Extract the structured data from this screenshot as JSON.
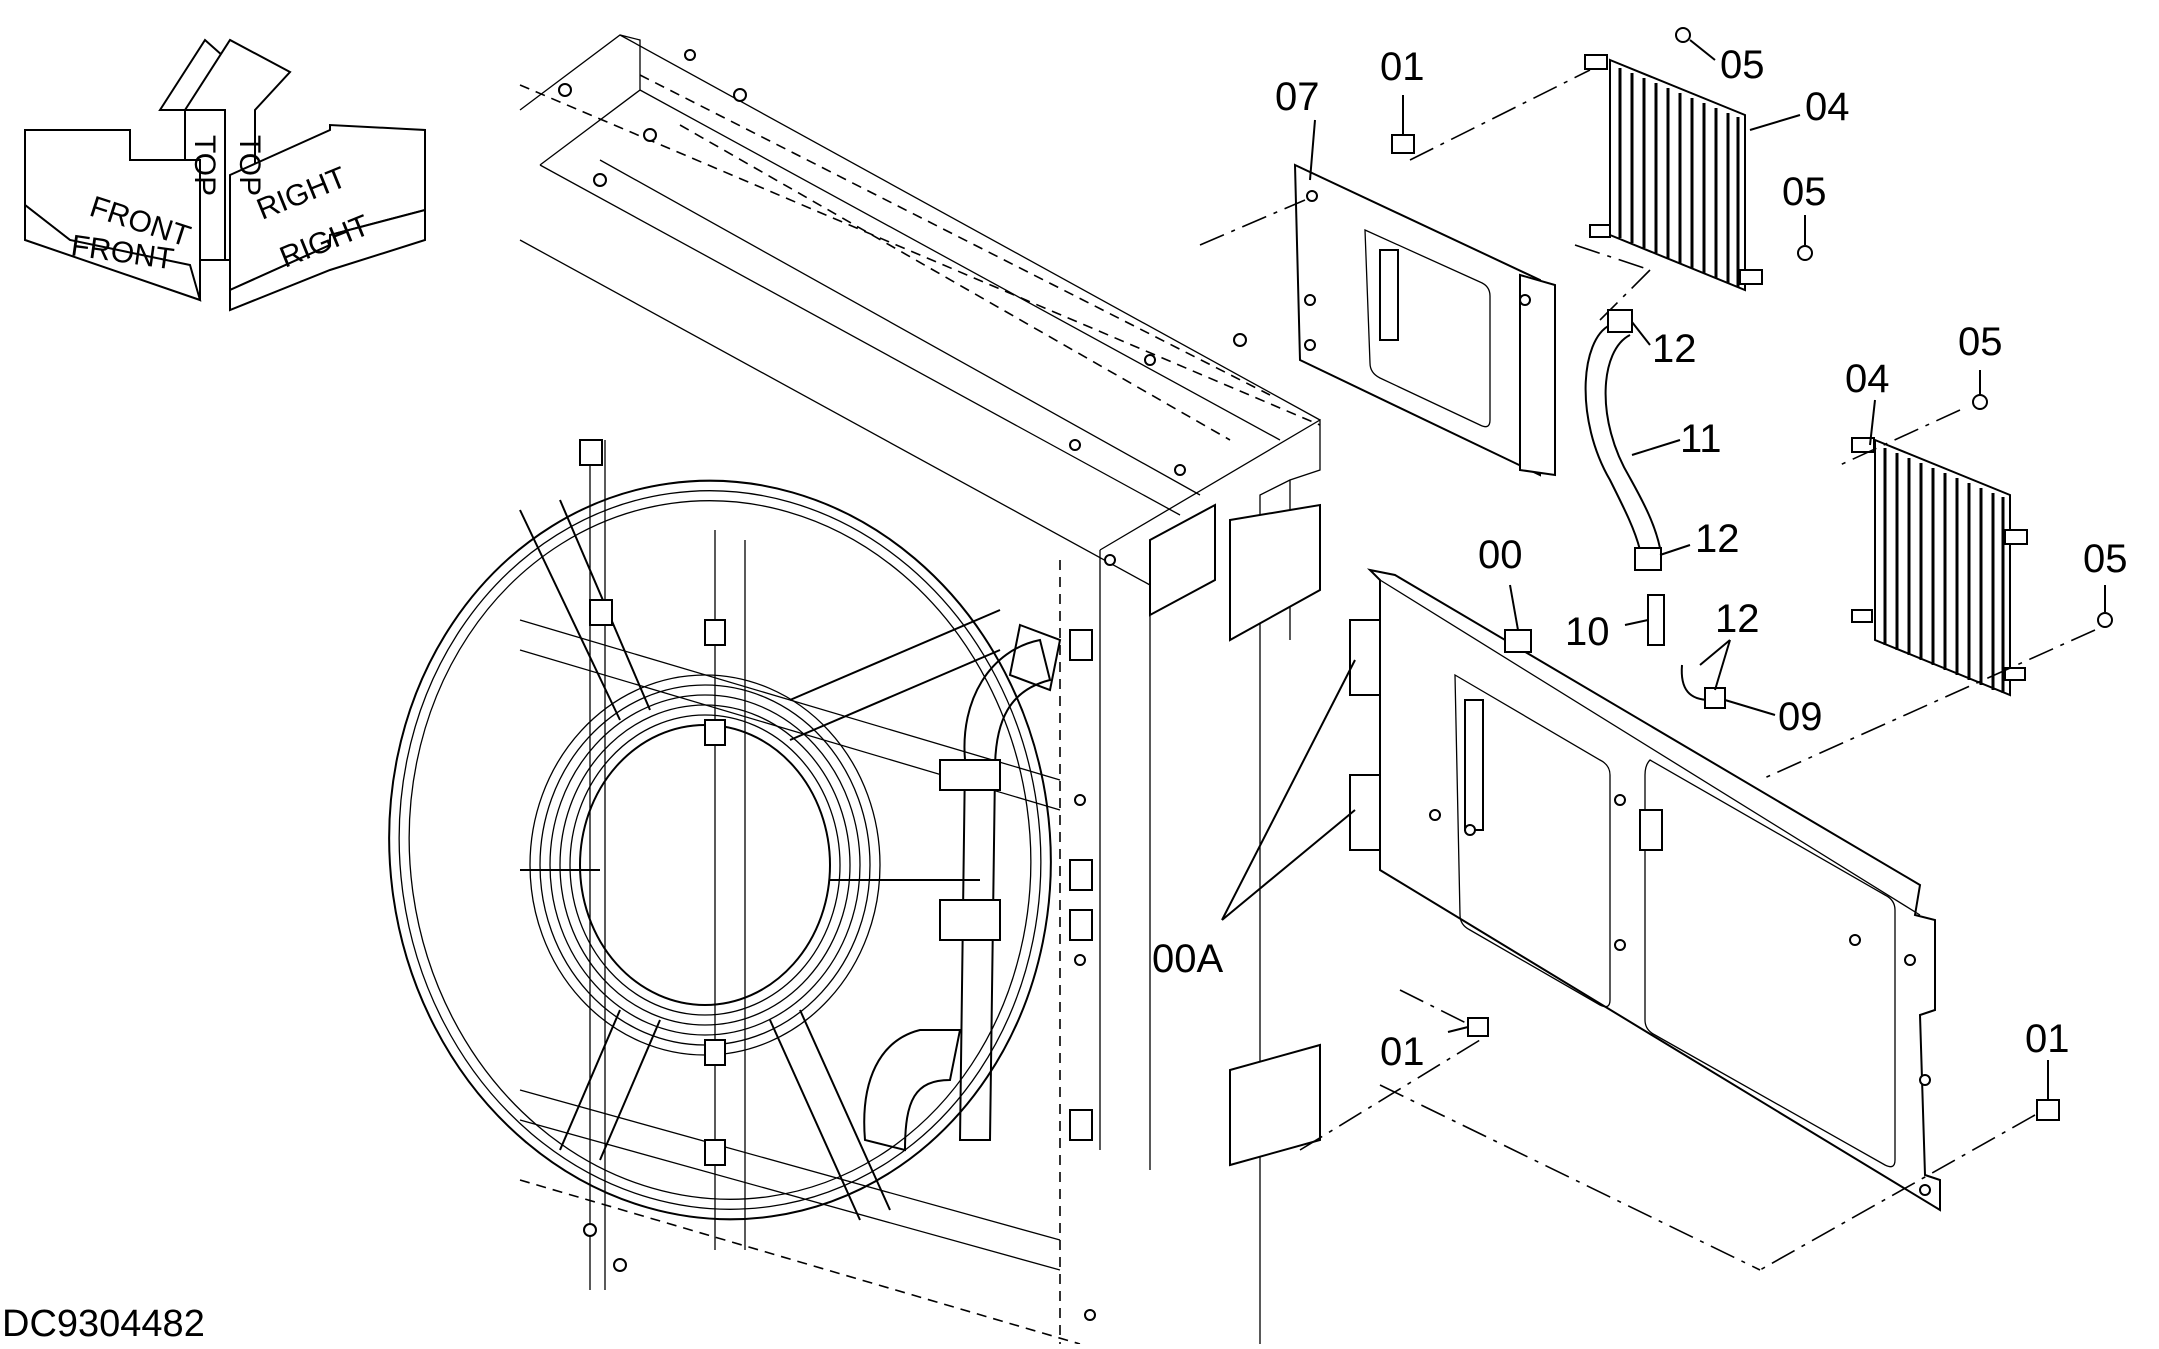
{
  "orientation": {
    "front": "FRONT",
    "top": "TOP",
    "right": "RIGHT"
  },
  "callouts": {
    "c07": "07",
    "c01_top": "01",
    "c05_a": "05",
    "c04_a": "04",
    "c05_b": "05",
    "c12_a": "12",
    "c11": "11",
    "c05_c": "05",
    "c04_b": "04",
    "c00": "00",
    "c12_b": "12",
    "c05_d": "05",
    "c10": "10",
    "c12_c": "12",
    "c09": "09",
    "c00A": "00A",
    "c01_mid": "01",
    "c01_right": "01"
  },
  "drawing_id": "DC9304482"
}
